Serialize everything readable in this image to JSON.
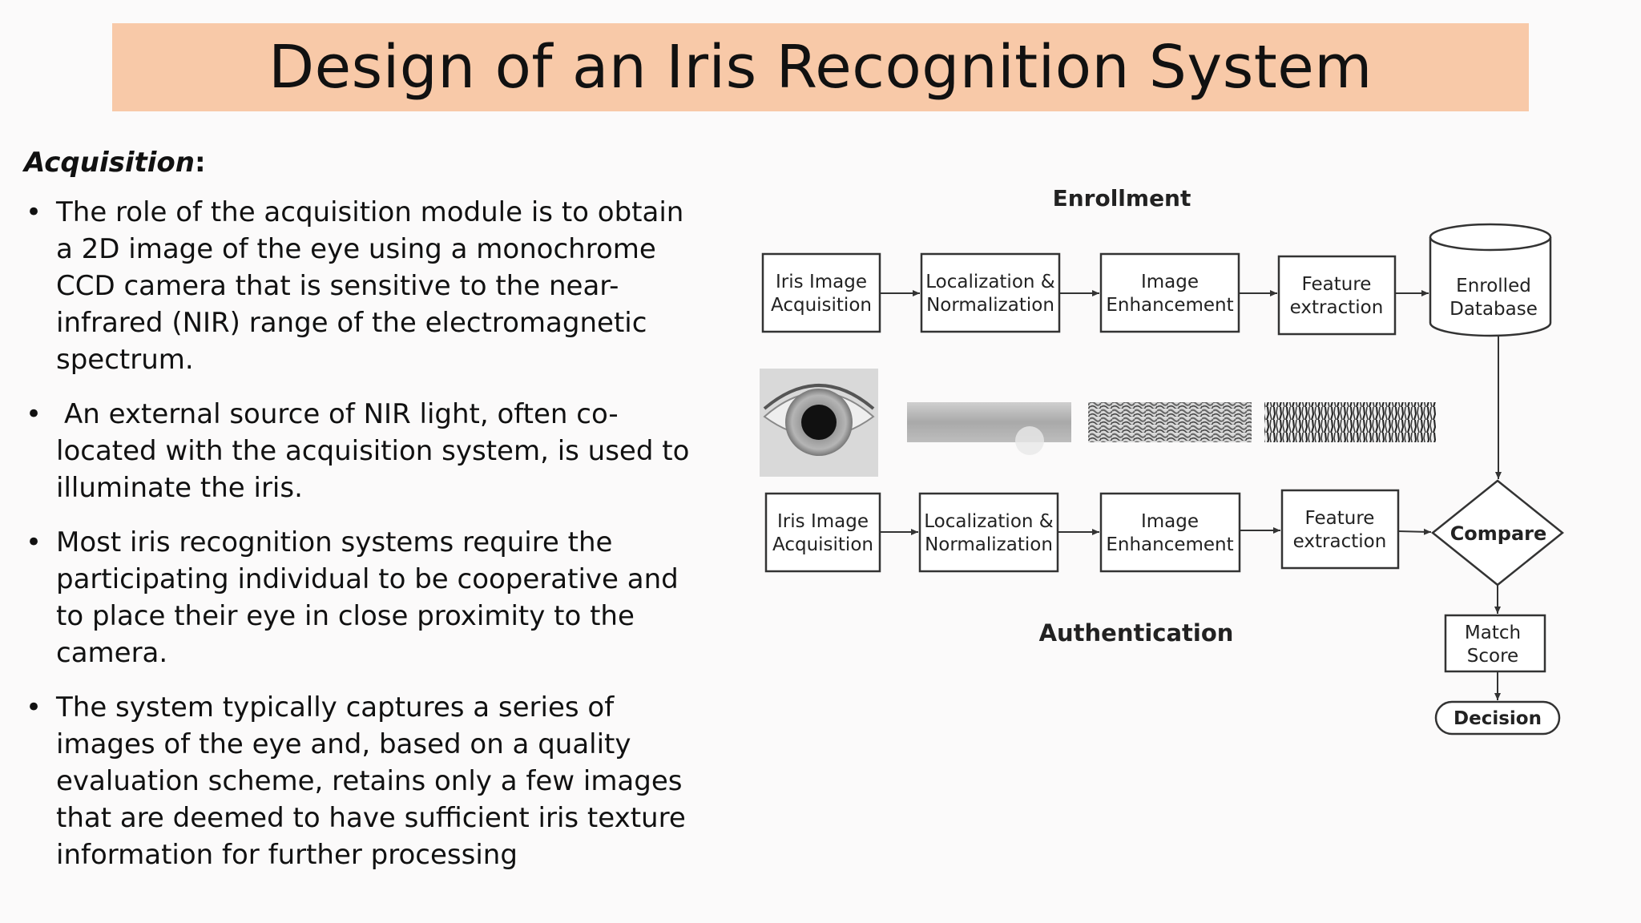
{
  "slide": {
    "title": "Design of an Iris Recognition System"
  },
  "content": {
    "heading": "Acquisition",
    "heading_colon": ":",
    "bullet_glyph": "•",
    "bullets": [
      "The role of the acquisition module is to obtain a 2D image of the eye using a monochrome CCD camera that is sensitive to the near-infrared (NIR) range of the electromagnetic spectrum.",
      "An external source of NIR light, often co-located with the acquisition system, is used to illuminate the iris.",
      "Most iris recognition systems require the participating individual to be cooperative and to place their eye in close proximity to the camera.",
      "The system typically captures a series of images of the eye and, based on a quality evaluation scheme, retains only a few images that are deemed to have sufficient iris texture information for further processing"
    ]
  },
  "diagram": {
    "enrollment_label": "Enrollment",
    "authentication_label": "Authentication",
    "enrollment_steps": [
      {
        "line1": "Iris Image",
        "line2": "Acquisition"
      },
      {
        "line1": "Localization &",
        "line2": "Normalization"
      },
      {
        "line1": "Image",
        "line2": "Enhancement"
      },
      {
        "line1": "Feature",
        "line2": "extraction"
      }
    ],
    "database": {
      "line1": "Enrolled",
      "line2": "Database"
    },
    "authentication_steps": [
      {
        "line1": "Iris Image",
        "line2": "Acquisition"
      },
      {
        "line1": "Localization &",
        "line2": "Normalization"
      },
      {
        "line1": "Image",
        "line2": "Enhancement"
      },
      {
        "line1": "Feature",
        "line2": "extraction"
      }
    ],
    "compare": "Compare",
    "match_score": {
      "line1": "Match",
      "line2": "Score"
    },
    "decision": "Decision",
    "images": [
      "eye-photo",
      "normalized-iris-strip",
      "enhanced-iris-strip",
      "feature-code-strip"
    ],
    "colors": {
      "title_band": "#f8c9a8",
      "stroke": "#333333",
      "text": "#111111"
    }
  }
}
